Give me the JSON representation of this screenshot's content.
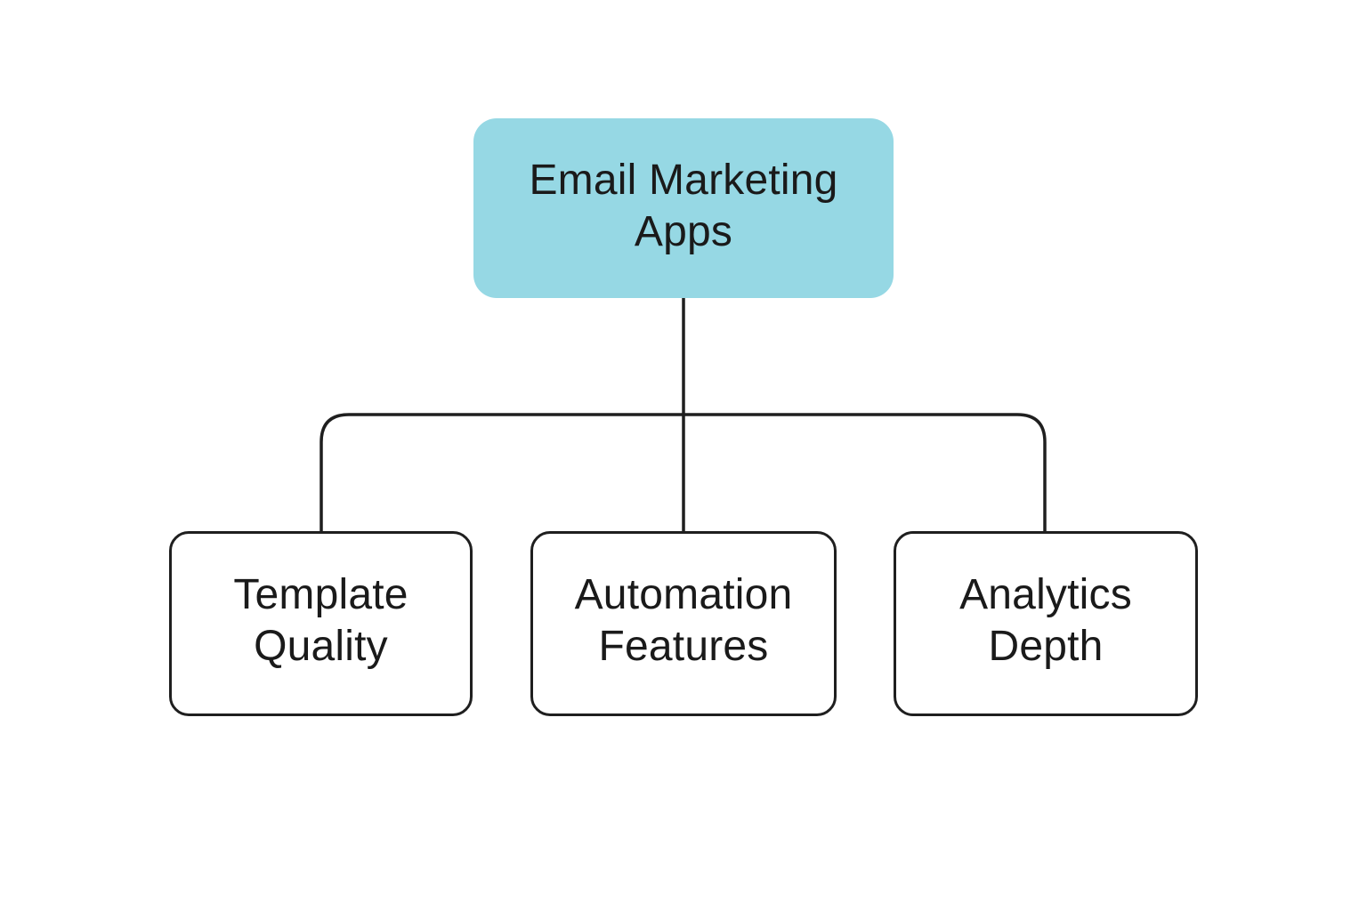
{
  "diagram": {
    "root": {
      "label": "Email Marketing\nApps",
      "fill": "#96d8e4"
    },
    "children": [
      {
        "label": "Template\nQuality"
      },
      {
        "label": "Automation\nFeatures"
      },
      {
        "label": "Analytics\nDepth"
      }
    ],
    "line_color": "#1f1f1f",
    "node_border_color": "#1f1f1f",
    "text_color": "#1a1a1a"
  }
}
